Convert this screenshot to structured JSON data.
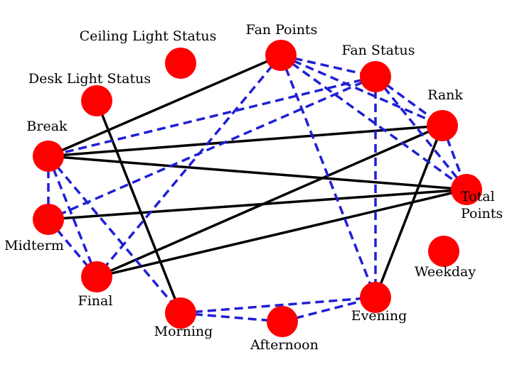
{
  "colors": {
    "node": "#ff0000",
    "solid_edge": "#000000",
    "dashed_edge": "#1f1fd6"
  },
  "nodes": [
    {
      "id": "ceiling_light_status",
      "label": "Ceiling Light Status"
    },
    {
      "id": "fan_points",
      "label": "Fan Points"
    },
    {
      "id": "fan_status",
      "label": "Fan Status"
    },
    {
      "id": "desk_light_status",
      "label": "Desk Light Status"
    },
    {
      "id": "rank",
      "label": "Rank"
    },
    {
      "id": "break",
      "label": "Break"
    },
    {
      "id": "total_points",
      "label_lines": [
        "Total",
        "Points"
      ]
    },
    {
      "id": "midterm",
      "label": "Midterm"
    },
    {
      "id": "weekday",
      "label": "Weekday"
    },
    {
      "id": "final",
      "label": "Final"
    },
    {
      "id": "morning",
      "label": "Morning"
    },
    {
      "id": "evening",
      "label": "Evening"
    },
    {
      "id": "afternoon",
      "label": "Afternoon"
    }
  ],
  "edges": [
    {
      "source": "break",
      "target": "fan_points",
      "style": "solid"
    },
    {
      "source": "break",
      "target": "rank",
      "style": "solid"
    },
    {
      "source": "break",
      "target": "total_points",
      "style": "solid"
    },
    {
      "source": "midterm",
      "target": "total_points",
      "style": "solid"
    },
    {
      "source": "final",
      "target": "rank",
      "style": "solid"
    },
    {
      "source": "final",
      "target": "total_points",
      "style": "solid"
    },
    {
      "source": "desk_light_status",
      "target": "morning",
      "style": "solid"
    },
    {
      "source": "evening",
      "target": "rank",
      "style": "solid"
    },
    {
      "source": "fan_points",
      "target": "fan_status",
      "style": "dashed"
    },
    {
      "source": "fan_points",
      "target": "rank",
      "style": "dashed"
    },
    {
      "source": "fan_points",
      "target": "total_points",
      "style": "dashed"
    },
    {
      "source": "fan_points",
      "target": "final",
      "style": "dashed"
    },
    {
      "source": "fan_points",
      "target": "evening",
      "style": "dashed"
    },
    {
      "source": "fan_status",
      "target": "break",
      "style": "dashed"
    },
    {
      "source": "fan_status",
      "target": "midterm",
      "style": "dashed"
    },
    {
      "source": "fan_status",
      "target": "rank",
      "style": "dashed"
    },
    {
      "source": "fan_status",
      "target": "total_points",
      "style": "dashed"
    },
    {
      "source": "fan_status",
      "target": "evening",
      "style": "dashed"
    },
    {
      "source": "rank",
      "target": "total_points",
      "style": "dashed"
    },
    {
      "source": "break",
      "target": "midterm",
      "style": "dashed"
    },
    {
      "source": "break",
      "target": "final",
      "style": "dashed"
    },
    {
      "source": "break",
      "target": "morning",
      "style": "dashed"
    },
    {
      "source": "midterm",
      "target": "final",
      "style": "dashed"
    },
    {
      "source": "morning",
      "target": "afternoon",
      "style": "dashed"
    },
    {
      "source": "morning",
      "target": "evening",
      "style": "dashed"
    },
    {
      "source": "afternoon",
      "target": "evening",
      "style": "dashed"
    }
  ]
}
